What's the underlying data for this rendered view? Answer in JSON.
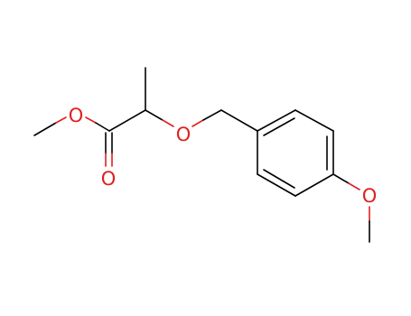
{
  "diagram": {
    "atoms": {
      "ester_ether_o": {
        "label": "O"
      },
      "carbonyl_o": {
        "label": "O"
      },
      "benzyl_ether_o": {
        "label": "O"
      },
      "methoxy_o": {
        "label": "O"
      }
    },
    "colors": {
      "bond": "#000000",
      "heteroatom": "#e02020",
      "background": "#ffffff"
    }
  }
}
